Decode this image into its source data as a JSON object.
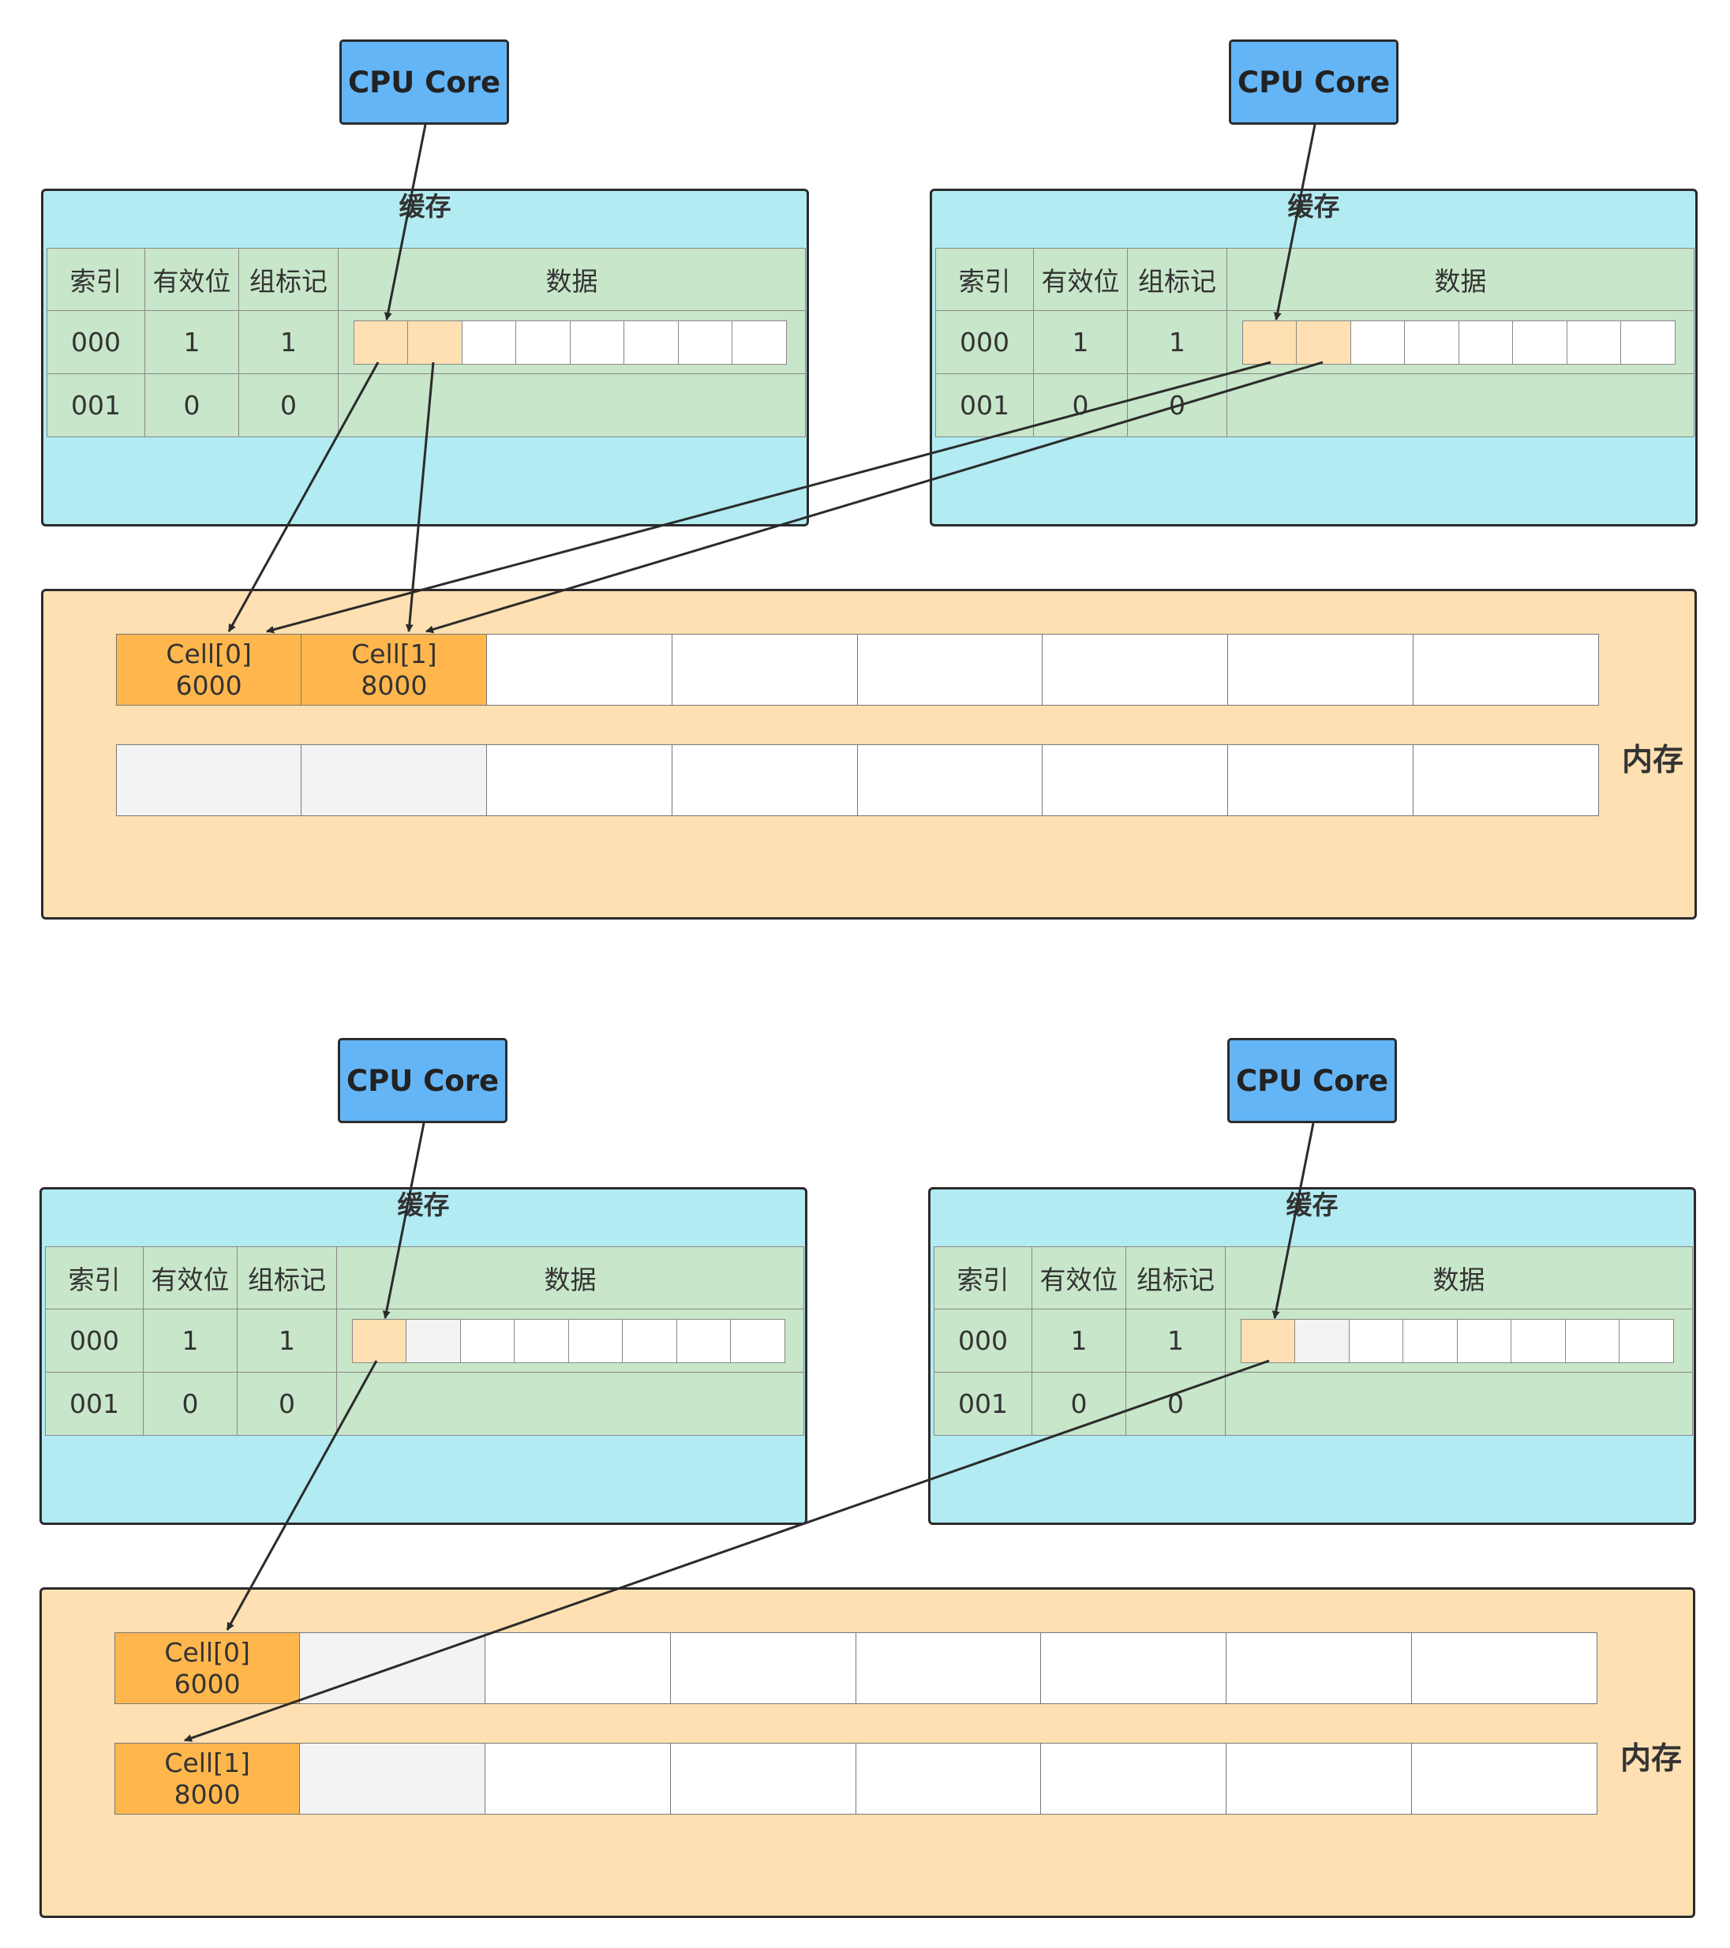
{
  "panels": [
    {
      "cores": [
        {
          "label": "CPU Core"
        },
        {
          "label": "CPU Core"
        }
      ],
      "caches": [
        {
          "title": "缓存",
          "headers": [
            "索引",
            "有效位",
            "组标记",
            "数据"
          ],
          "rows": [
            {
              "index": "000",
              "valid": "1",
              "tag": "1"
            },
            {
              "index": "001",
              "valid": "0",
              "tag": "0"
            }
          ],
          "line_states": [
            "hot",
            "hot",
            "empty",
            "empty",
            "empty",
            "empty",
            "empty",
            "empty"
          ]
        },
        {
          "title": "缓存",
          "headers": [
            "索引",
            "有效位",
            "组标记",
            "数据"
          ],
          "rows": [
            {
              "index": "000",
              "valid": "1",
              "tag": "1"
            },
            {
              "index": "001",
              "valid": "0",
              "tag": "0"
            }
          ],
          "line_states": [
            "hot",
            "hot",
            "empty",
            "empty",
            "empty",
            "empty",
            "empty",
            "empty"
          ]
        }
      ],
      "memory": {
        "label": "内存",
        "rows": [
          [
            {
              "name": "Cell[0]",
              "value": "6000",
              "state": "hot"
            },
            {
              "name": "Cell[1]",
              "value": "8000",
              "state": "hot"
            },
            {
              "state": "empty"
            },
            {
              "state": "empty"
            },
            {
              "state": "empty"
            },
            {
              "state": "empty"
            },
            {
              "state": "empty"
            },
            {
              "state": "empty"
            }
          ],
          [
            {
              "state": "mute"
            },
            {
              "state": "mute"
            },
            {
              "state": "empty"
            },
            {
              "state": "empty"
            },
            {
              "state": "empty"
            },
            {
              "state": "empty"
            },
            {
              "state": "empty"
            },
            {
              "state": "empty"
            }
          ]
        ]
      }
    },
    {
      "cores": [
        {
          "label": "CPU Core"
        },
        {
          "label": "CPU Core"
        }
      ],
      "caches": [
        {
          "title": "缓存",
          "headers": [
            "索引",
            "有效位",
            "组标记",
            "数据"
          ],
          "rows": [
            {
              "index": "000",
              "valid": "1",
              "tag": "1"
            },
            {
              "index": "001",
              "valid": "0",
              "tag": "0"
            }
          ],
          "line_states": [
            "hot",
            "mute",
            "empty",
            "empty",
            "empty",
            "empty",
            "empty",
            "empty"
          ]
        },
        {
          "title": "缓存",
          "headers": [
            "索引",
            "有效位",
            "组标记",
            "数据"
          ],
          "rows": [
            {
              "index": "000",
              "valid": "1",
              "tag": "1"
            },
            {
              "index": "001",
              "valid": "0",
              "tag": "0"
            }
          ],
          "line_states": [
            "hot",
            "mute",
            "empty",
            "empty",
            "empty",
            "empty",
            "empty",
            "empty"
          ]
        }
      ],
      "memory": {
        "label": "内存",
        "rows": [
          [
            {
              "name": "Cell[0]",
              "value": "6000",
              "state": "hot"
            },
            {
              "state": "mute"
            },
            {
              "state": "empty"
            },
            {
              "state": "empty"
            },
            {
              "state": "empty"
            },
            {
              "state": "empty"
            },
            {
              "state": "empty"
            },
            {
              "state": "empty"
            }
          ],
          [
            {
              "name": "Cell[1]",
              "value": "8000",
              "state": "hot"
            },
            {
              "state": "mute"
            },
            {
              "state": "empty"
            },
            {
              "state": "empty"
            },
            {
              "state": "empty"
            },
            {
              "state": "empty"
            },
            {
              "state": "empty"
            },
            {
              "state": "empty"
            }
          ]
        ]
      }
    }
  ],
  "colors": {
    "cpu": "#64b5f6",
    "cache_bg": "#b2ebf2",
    "table_bg": "#c8e6c9",
    "memory_bg": "#ffe0b2",
    "memory_cell_hot": "#ffb74d",
    "cache_line_hot": "#ffe0b2",
    "muted": "#f3f3f3",
    "line": "#2b2b2b"
  }
}
